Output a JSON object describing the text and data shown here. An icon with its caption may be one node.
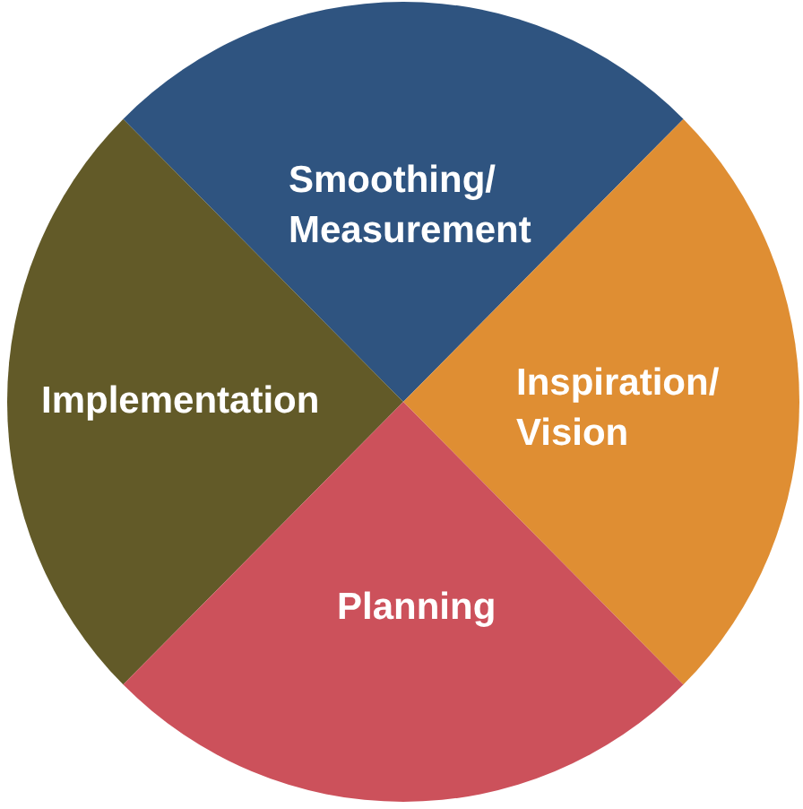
{
  "diagram": {
    "nodes": [
      {
        "text": [
          "Smoothing/ Measurement"
        ]
      },
      {
        "text": [
          "Inspiration/ Vision"
        ]
      },
      {
        "text": [
          "Implementation"
        ]
      },
      {
        "text": [
          "Planning"
        ]
      }
    ]
  }
}
